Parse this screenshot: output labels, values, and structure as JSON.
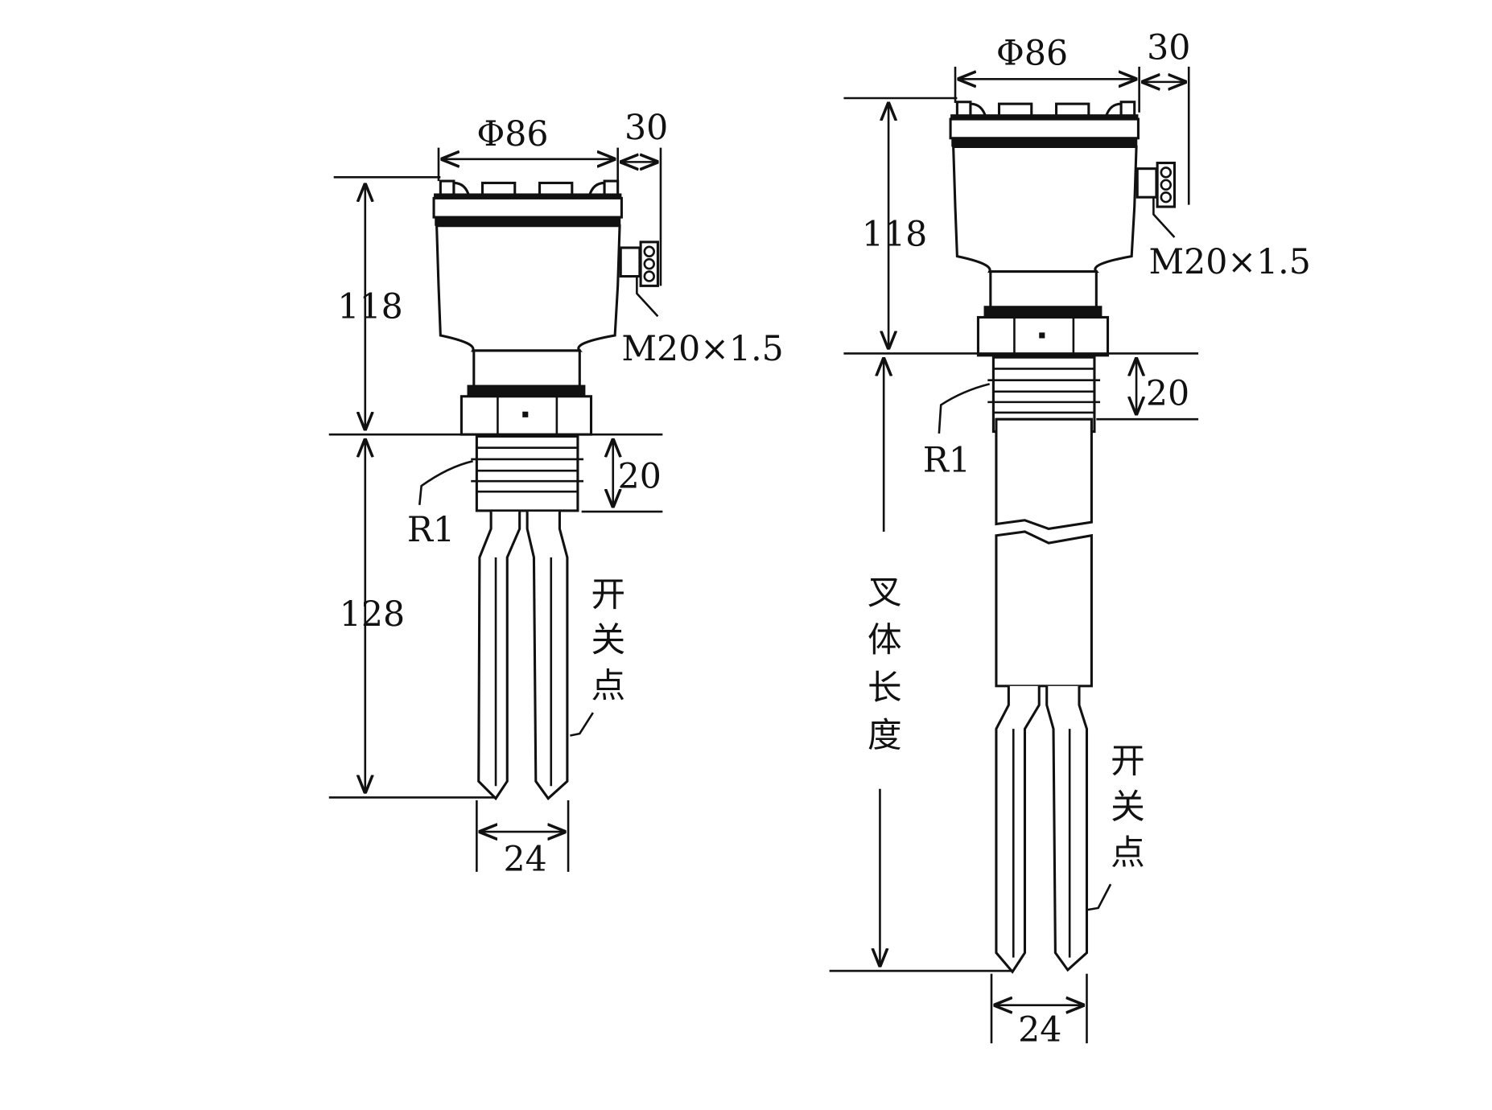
{
  "left_drawing": {
    "diameter": "Φ86",
    "gland_offset": "30",
    "head_height": "118",
    "thread_length": "20",
    "thread_spec": "R1",
    "fork_length": "128",
    "fork_width": "24",
    "cable_thread": "M20×1.5",
    "switch_point": [
      "开",
      "关",
      "点"
    ]
  },
  "right_drawing": {
    "diameter": "Φ86",
    "gland_offset": "30",
    "head_height": "118",
    "thread_length": "20",
    "thread_spec": "R1",
    "fork_body_length": [
      "叉",
      "体",
      "长",
      "度"
    ],
    "fork_width": "24",
    "cable_thread": "M20×1.5",
    "switch_point": [
      "开",
      "关",
      "点"
    ]
  }
}
